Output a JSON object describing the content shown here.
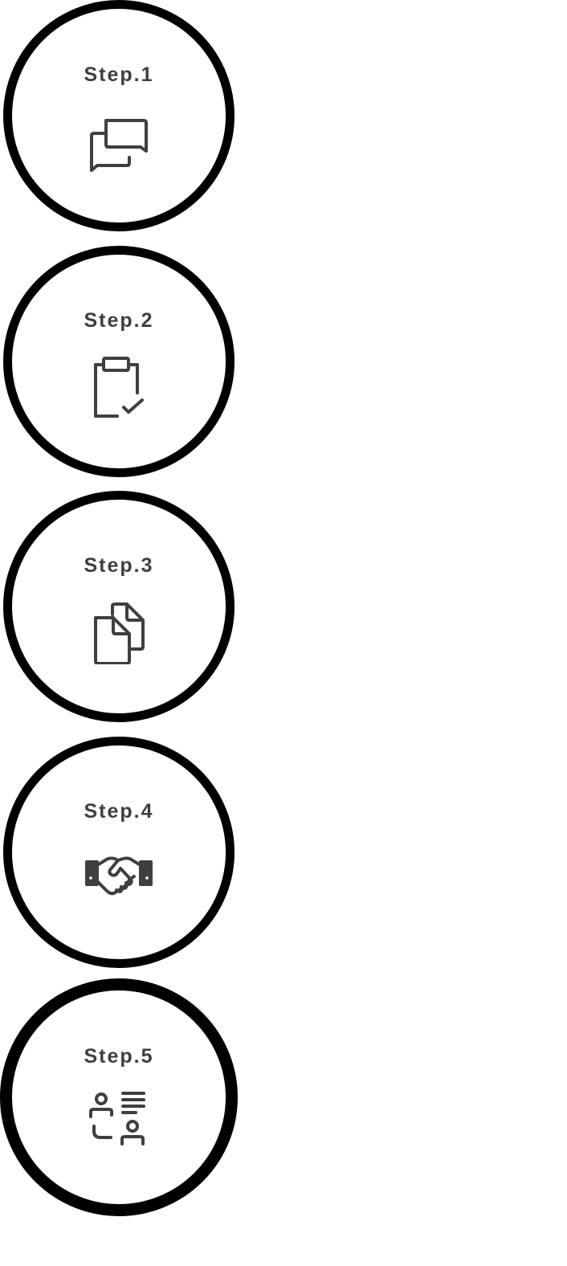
{
  "steps": [
    {
      "label": "Step.1",
      "icon": "chat-bubbles-icon"
    },
    {
      "label": "Step.2",
      "icon": "clipboard-check-icon"
    },
    {
      "label": "Step.3",
      "icon": "documents-copy-icon"
    },
    {
      "label": "Step.4",
      "icon": "handshake-icon"
    },
    {
      "label": "Step.5",
      "icon": "people-list-icon"
    }
  ],
  "colors": {
    "ring": "#000000",
    "text": "#3f3f3f",
    "icon": "#3f3f3f",
    "background": "#ffffff"
  }
}
